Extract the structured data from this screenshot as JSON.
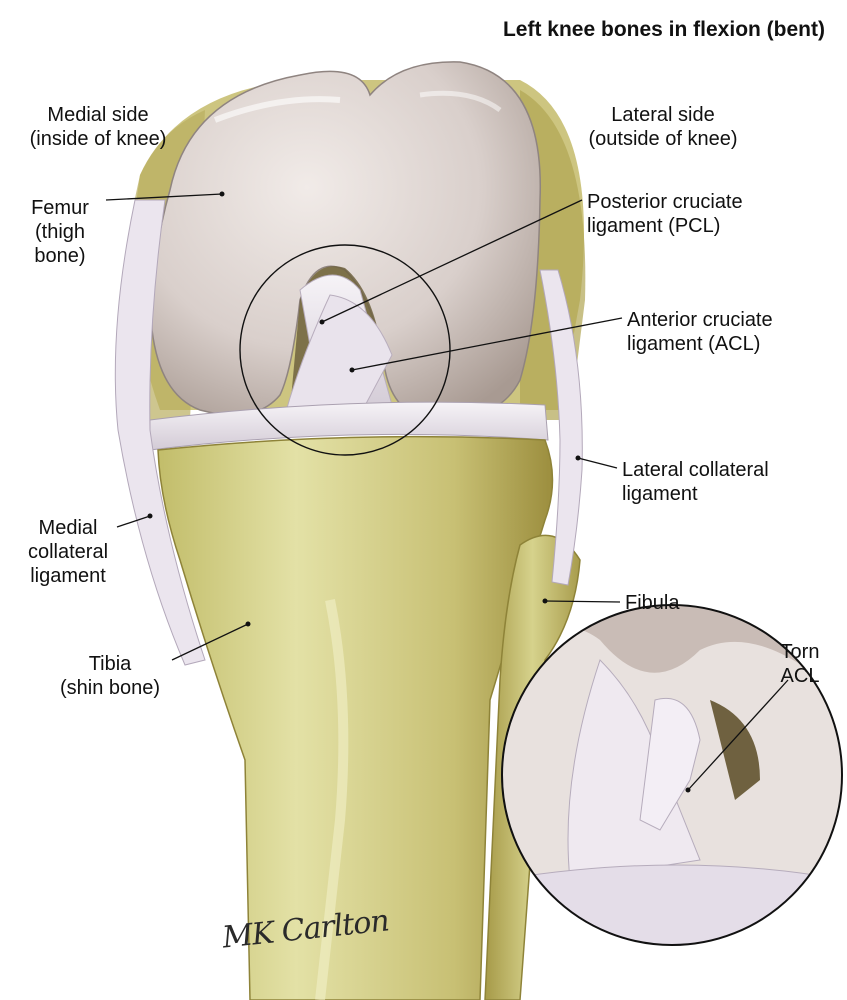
{
  "title": "Left knee bones in flexion (bent)",
  "labels": {
    "medial_side": [
      "Medial side",
      "(inside of knee)"
    ],
    "lateral_side": [
      "Lateral side",
      "(outside of knee)"
    ],
    "femur": [
      "Femur",
      "(thigh",
      "bone)"
    ],
    "pcl": [
      "Posterior cruciate",
      "ligament (PCL)"
    ],
    "acl": [
      "Anterior cruciate",
      "ligament (ACL)"
    ],
    "lcl": [
      "Lateral collateral",
      "ligament"
    ],
    "mcl": [
      "Medial",
      "collateral",
      "ligament"
    ],
    "fibula": [
      "Fibula"
    ],
    "tibia": [
      "Tibia",
      "(shin bone)"
    ],
    "torn_acl": [
      "Torn",
      "ACL"
    ]
  },
  "signature": "MK Carlton",
  "colors": {
    "bone_cartilage": "#d9cfcb",
    "bone_shaft": "#d8d58e",
    "bone_shadow": "#a59a48",
    "ligament": "#ece7ee",
    "ink": "#111111"
  }
}
